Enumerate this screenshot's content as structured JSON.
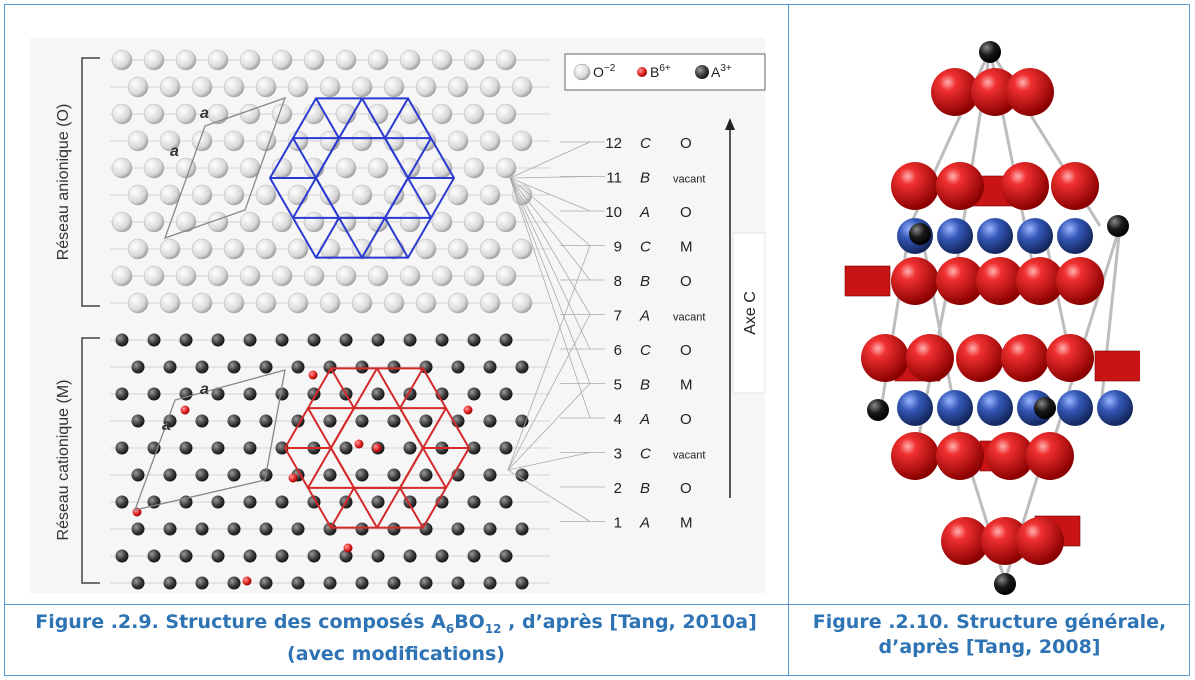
{
  "figure1": {
    "bracket_top_label": "Réseau anionique (O)",
    "bracket_bottom_label": "Réseau cationique (M)",
    "lattice_param": "a",
    "legend": [
      {
        "ion": "O",
        "charge": "−2",
        "color": "#e8e8e8"
      },
      {
        "ion": "B",
        "charge": "6+",
        "color": "#e02020"
      },
      {
        "ion": "A",
        "charge": "3+",
        "color": "#3a3a3a"
      }
    ],
    "axis_label": "Axe C",
    "layers": [
      {
        "n": "12",
        "pos": "C",
        "occ": "O"
      },
      {
        "n": "11",
        "pos": "B",
        "occ": "vacant"
      },
      {
        "n": "10",
        "pos": "A",
        "occ": "O"
      },
      {
        "n": "9",
        "pos": "C",
        "occ": "M"
      },
      {
        "n": "8",
        "pos": "B",
        "occ": "O"
      },
      {
        "n": "7",
        "pos": "A",
        "occ": "vacant"
      },
      {
        "n": "6",
        "pos": "C",
        "occ": "O"
      },
      {
        "n": "5",
        "pos": "B",
        "occ": "M"
      },
      {
        "n": "4",
        "pos": "A",
        "occ": "O"
      },
      {
        "n": "3",
        "pos": "C",
        "occ": "vacant"
      },
      {
        "n": "2",
        "pos": "B",
        "occ": "O"
      },
      {
        "n": "1",
        "pos": "A",
        "occ": "M"
      }
    ],
    "colors": {
      "hex_top": "#2b3bd0",
      "hex_bottom": "#d42a2a",
      "cell": "#888888"
    }
  },
  "figure2": {
    "colors": {
      "red": "#d81e1e",
      "blue": "#2a4fa8",
      "black": "#1a1a1a"
    }
  },
  "captions": {
    "fig1_a": "Figure .2.9. Structure des composés A",
    "fig1_sub6": "6",
    "fig1_b": "BO",
    "fig1_sub12": "12",
    "fig1_c": " , d’après [Tang, 2010a]",
    "fig1_line2": "(avec modifications)",
    "fig2_line1": "Figure .2.10. Structure générale,",
    "fig2_line2": "d’après [Tang, 2008]"
  }
}
